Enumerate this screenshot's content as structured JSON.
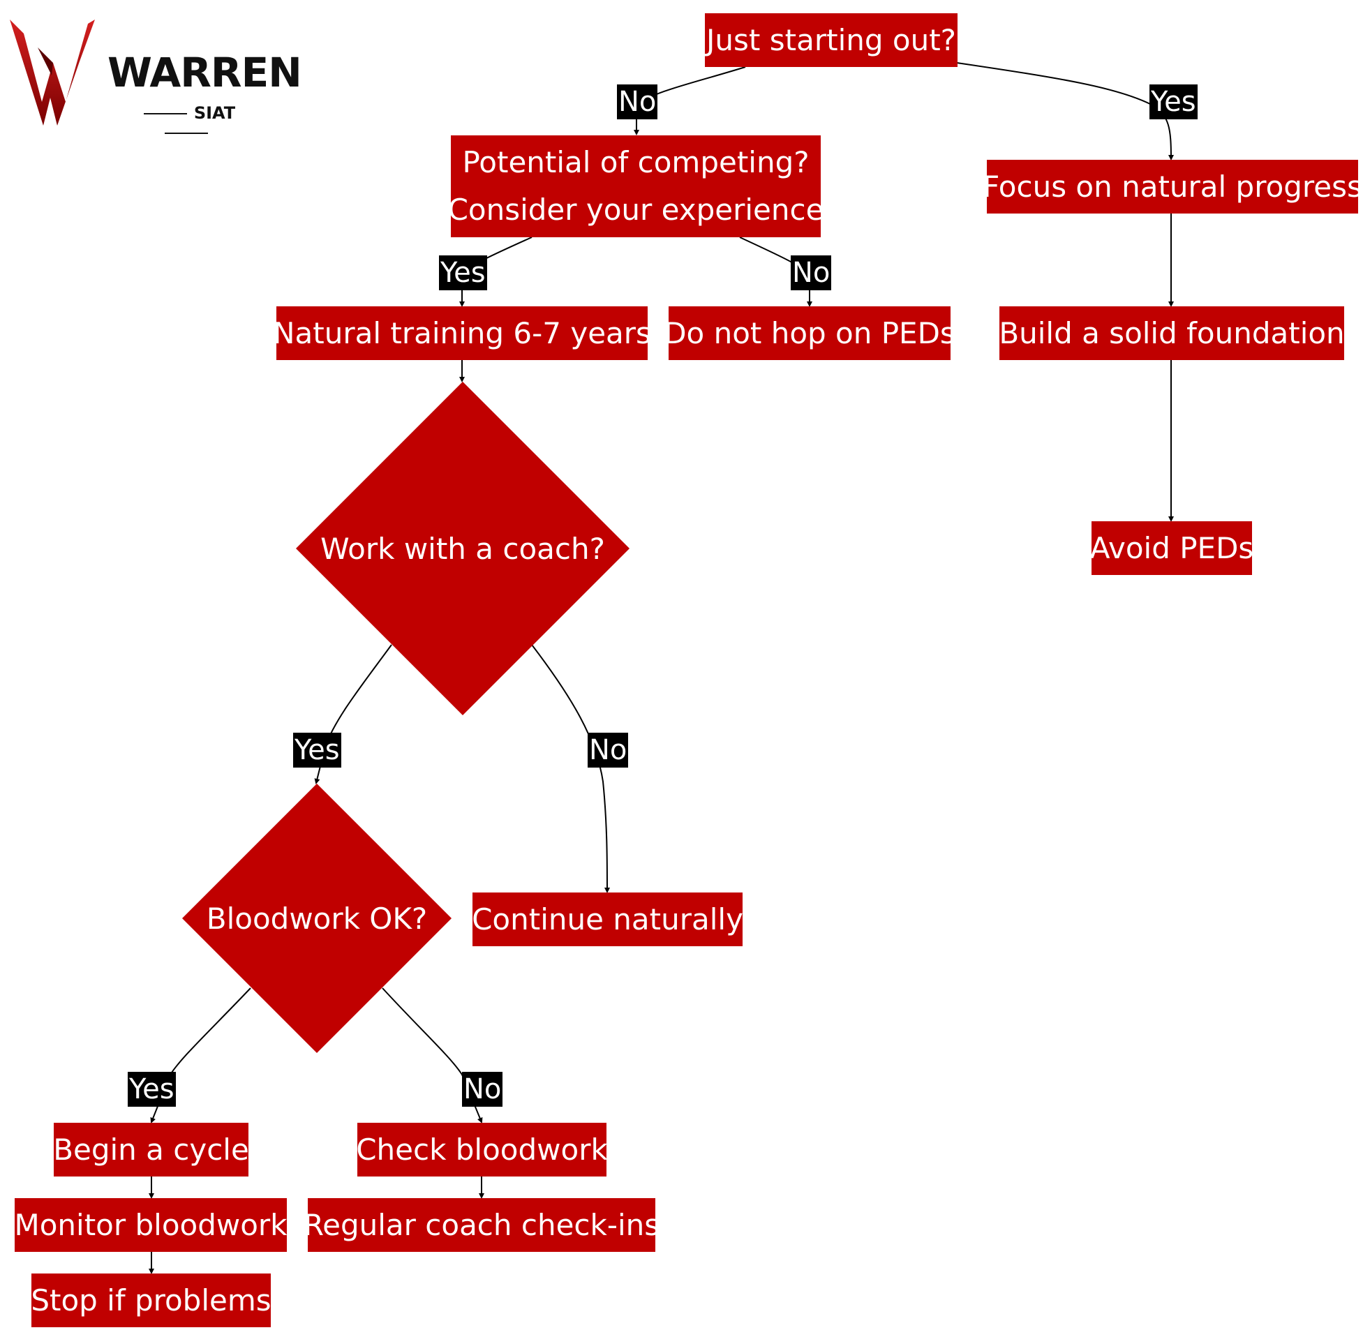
{
  "logo": {
    "name": "WARREN",
    "sub": "SIAT",
    "icon": "w-logo-icon"
  },
  "colors": {
    "node": "#c00000",
    "edge": "#000000",
    "label_bg": "#000000"
  },
  "nodes": {
    "start": "Just starting out?",
    "competing_1": "Potential of competing?",
    "competing_2": "Consider your experience",
    "focus": "Focus on natural progress",
    "natural_years": "Natural training 6-7 years",
    "no_peds": "Do not hop on PEDs",
    "foundation": "Build a solid foundation",
    "coach": "Work with a coach?",
    "avoid": "Avoid PEDs",
    "bloodwork_ok": "Bloodwork OK?",
    "continue": "Continue naturally",
    "begin": "Begin a cycle",
    "check": "Check bloodwork",
    "monitor": "Monitor bloodwork",
    "checkins": "Regular coach check-ins",
    "stop": "Stop if problems"
  },
  "edge_labels": {
    "start_no": "No",
    "start_yes": "Yes",
    "comp_yes": "Yes",
    "comp_no": "No",
    "coach_yes": "Yes",
    "coach_no": "No",
    "blood_yes": "Yes",
    "blood_no": "No"
  }
}
